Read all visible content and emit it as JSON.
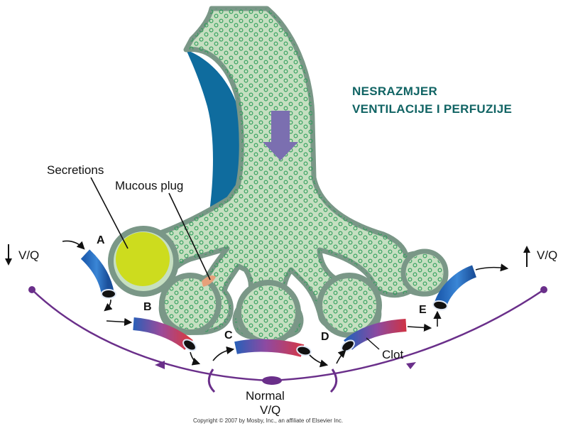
{
  "title": {
    "line1": "NESRAZMJER",
    "line2": "VENTILACIJE I PERFUZIJE"
  },
  "labels": {
    "secretions": "Secretions",
    "mucous_plug": "Mucous plug",
    "clot": "Clot",
    "normal_line1": "Normal",
    "normal_line2": "V/Q",
    "low_vq": "V/Q",
    "high_vq": "V/Q",
    "letter_a": "A",
    "letter_b": "B",
    "letter_c": "C",
    "letter_d": "D",
    "letter_e": "E"
  },
  "copyright": "Copyright © 2007 by Mosby, Inc., an affiliate of Elsevier Inc.",
  "colors": {
    "airway_fill": "#c6dfc1",
    "airway_outline": "#7a9787",
    "airway_shadow": "#0f6c9e",
    "particle": "#2f9e5a",
    "secretions": "#cddc1e",
    "flow_arrow": "#7b6fb0",
    "scale_line": "#6a2f8a",
    "vessel_blue": "#1f62b4",
    "vessel_red": "#d03a4a",
    "title": "#116464"
  }
}
